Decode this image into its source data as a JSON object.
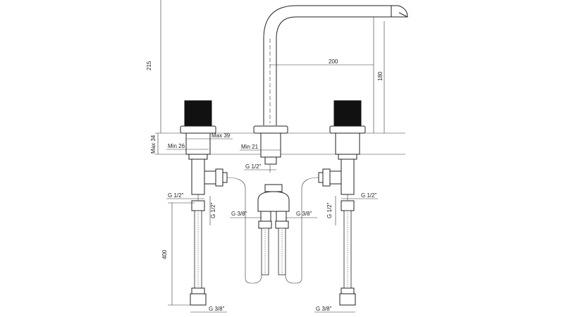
{
  "dimensions": {
    "total_height": "215",
    "spout_reach": "200",
    "spout_height": "180",
    "max_deck": "Max 34",
    "max_39": "Max 39",
    "min_26": "Min 26",
    "min_21": "Min 21",
    "hose_length": "400"
  },
  "threads": {
    "center_g12": "G 1/2\"",
    "left_g12_h": "G 1/2\"",
    "left_g12_v": "G 1/2\"",
    "right_g12_h": "G 1/2\"",
    "right_g12_v": "G 1/2\"",
    "center_g38_left": "G 3/8\"",
    "center_g38_right": "G 3/8\"",
    "bottom_left_g38": "G 3/8\"",
    "bottom_right_g38": "G 3/8\""
  }
}
